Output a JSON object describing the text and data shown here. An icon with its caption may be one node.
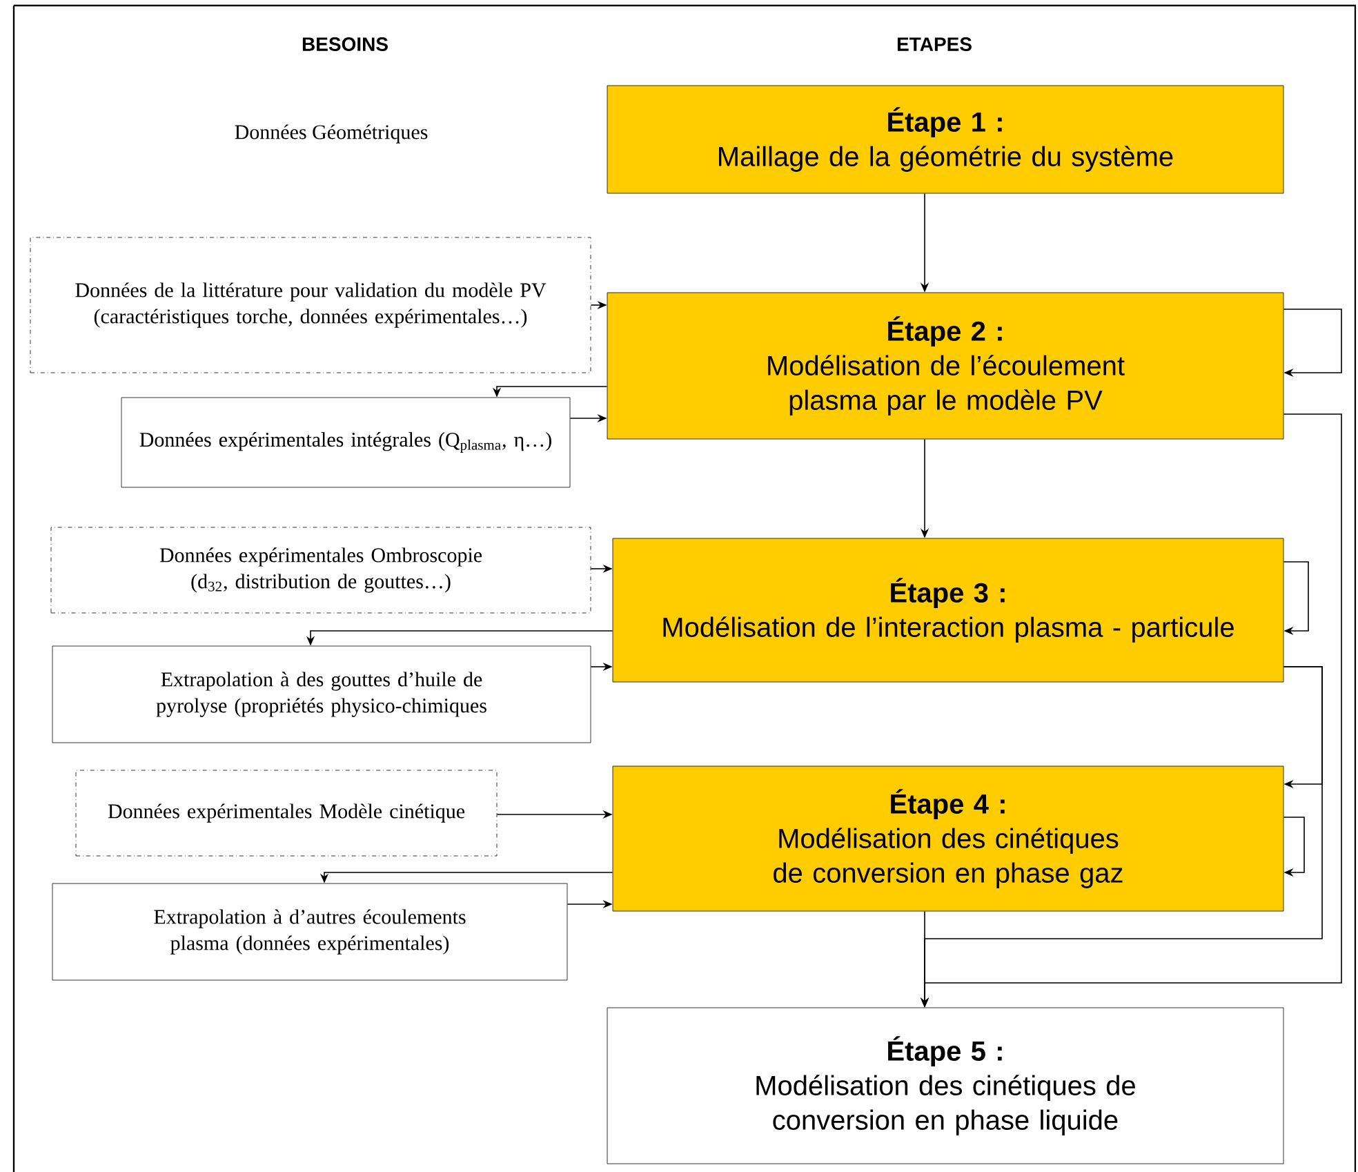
{
  "diagram": {
    "nodes": [
      {
        "text": [
          "Étape 1 :",
          "Maillage de la géométrie du système"
        ]
      },
      {
        "text": [
          "Données de la littérature pour validation du modèle PV (caractéristiques torche, données expérimentales…)"
        ]
      },
      {
        "text": [
          "Étape 2 :",
          "Modélisation de l’écoulement plasma par le modèle PV"
        ]
      },
      {
        "text": [
          "Données expérimentales intégrales (Q$_{plasma}$, η…)"
        ]
      },
      {
        "text": [
          "Données expérimentales Ombroscopie (d$_{32}$, distribution de gouttes…)"
        ]
      },
      {
        "text": [
          "Étape 3 :",
          "Modélisation de l’interaction plasma - particule"
        ]
      },
      {
        "text": [
          "Extrapolation à des gouttes d’huile de pyrolyse (propriétés physico-chimiques"
        ]
      },
      {
        "text": [
          "Données expérimentales Modèle cinétique"
        ]
      },
      {
        "text": [
          "Étape 4 :",
          "Modélisation des cinétiques de conversion en phase gaz"
        ]
      },
      {
        "text": [
          "Extrapolation à d’autres écoulements plasma (données expérimentales)"
        ]
      },
      {
        "text": [
          "Étape 5 :",
          "Modélisation des cinétiques de conversion en phase liquide"
        ]
      }
    ],
    "edges": [
      {
        "from": 0,
        "to": 2,
        "arrow": "to"
      },
      {
        "from": 1,
        "to": 2,
        "arrow": "to"
      },
      {
        "from": 2,
        "to": 2,
        "arrow": "to"
      },
      {
        "from": 2,
        "to": 3,
        "arrow": "to"
      },
      {
        "from": 3,
        "to": 2,
        "arrow": "to"
      },
      {
        "from": 2,
        "to": 5,
        "arrow": "to"
      },
      {
        "from": 2,
        "to": 10,
        "arrow": "to"
      },
      {
        "from": 4,
        "to": 5,
        "arrow": "to"
      },
      {
        "from": 5,
        "to": 5,
        "arrow": "to"
      },
      {
        "from": 5,
        "to": 6,
        "arrow": "to"
      },
      {
        "from": 6,
        "to": 5,
        "arrow": "to"
      },
      {
        "from": 5,
        "to": 8,
        "arrow": "to"
      },
      {
        "from": 5,
        "to": 10,
        "arrow": "to"
      },
      {
        "from": 7,
        "to": 8,
        "arrow": "to"
      },
      {
        "from": 8,
        "to": 8,
        "arrow": "to"
      },
      {
        "from": 8,
        "to": 9,
        "arrow": "to"
      },
      {
        "from": 9,
        "to": 8,
        "arrow": "to"
      },
      {
        "from": 8,
        "to": 10,
        "arrow": "to"
      }
    ],
    "labels": [
      "BESOINS",
      "ETAPES",
      "Données Géométriques"
    ]
  }
}
